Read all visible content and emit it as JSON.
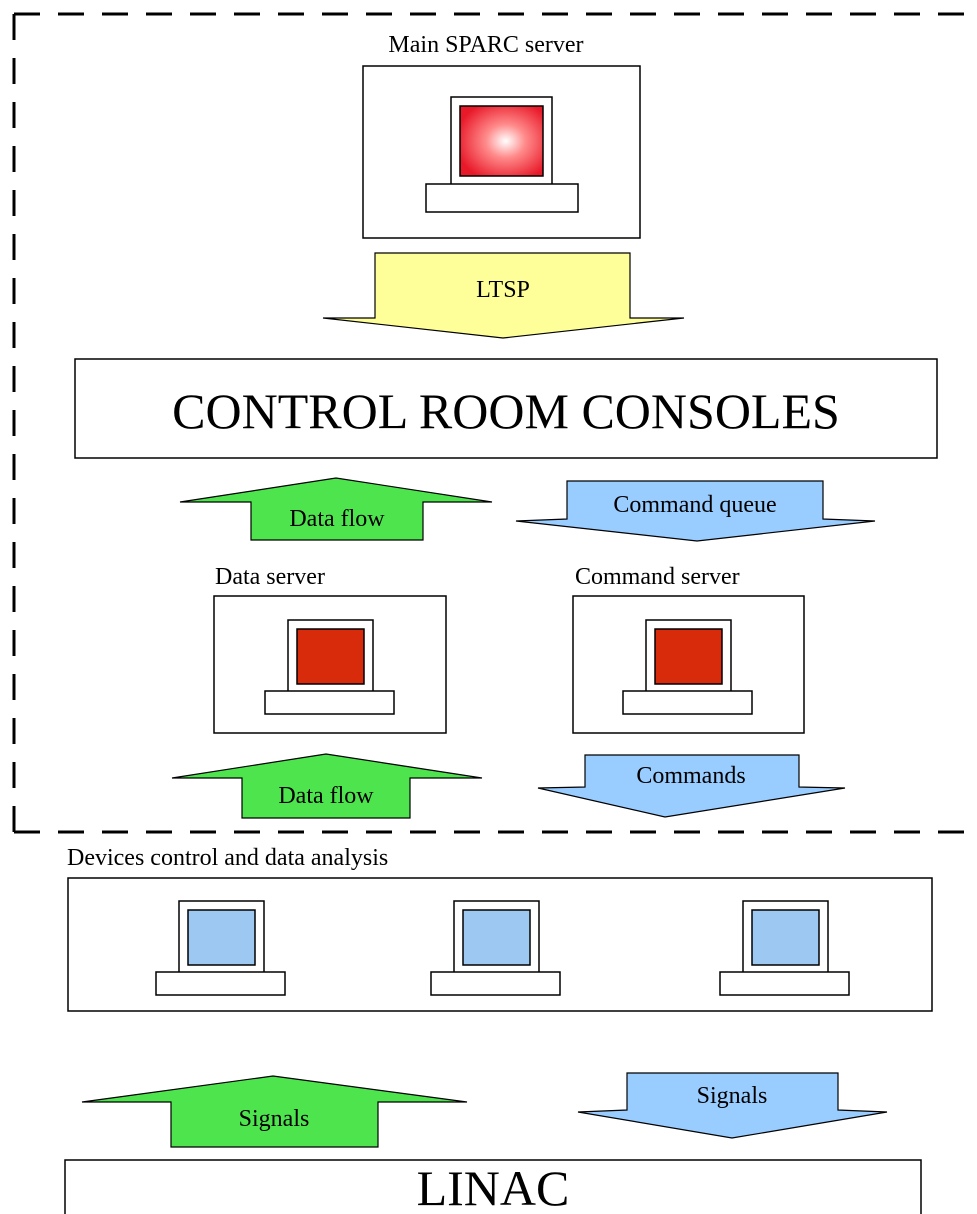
{
  "labels": {
    "main_server": "Main SPARC server",
    "ltsp": "LTSP",
    "consoles": "CONTROL ROOM CONSOLES",
    "data_flow_upper": "Data flow",
    "command_queue": "Command queue",
    "data_server": "Data server",
    "command_server": "Command server",
    "data_flow_lower": "Data flow",
    "commands": "Commands",
    "devices": "Devices control and data analysis",
    "signals_up": "Signals",
    "signals_down": "Signals",
    "linac": "LINAC"
  },
  "colors": {
    "screen_main": "#ff4a5a",
    "screen_server": "#d72b0c",
    "screen_device": "#9cc8f2",
    "arrow_yellow": "#ffff99",
    "arrow_green": "#4ee44e",
    "arrow_blue": "#99ccff"
  }
}
